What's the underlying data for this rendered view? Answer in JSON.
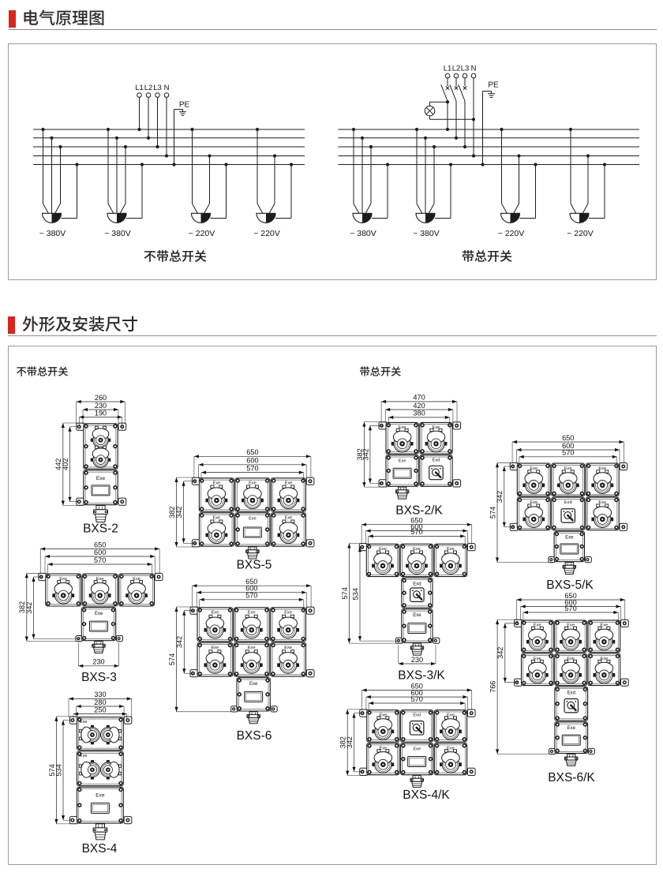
{
  "page": {
    "background": "#ffffff",
    "accent_red": "#d9251c",
    "ink": "#1c1c1c"
  },
  "sections": [
    {
      "id": "schematic",
      "title": "电气原理图"
    },
    {
      "id": "dimensions",
      "title": "外形及安装尺寸"
    }
  ],
  "circuit": {
    "terminal_labels": [
      "L1",
      "L2",
      "L3",
      "N"
    ],
    "pe_label": "PE",
    "diagrams": [
      {
        "title": "不带总开关",
        "has_main_switch": false,
        "outlets": [
          {
            "label": "~ 380V",
            "phases": 3
          },
          {
            "label": "~ 380V",
            "phases": 3
          },
          {
            "label": "~ 220V",
            "phases": 1
          },
          {
            "label": "~ 220V",
            "phases": 1
          }
        ]
      },
      {
        "title": "带总开关",
        "has_main_switch": true,
        "outlets": [
          {
            "label": "~ 380V",
            "phases": 3
          },
          {
            "label": "~ 380V",
            "phases": 3
          },
          {
            "label": "~ 220V",
            "phases": 1
          },
          {
            "label": "~ 220V",
            "phases": 1
          }
        ]
      }
    ]
  },
  "drawings": {
    "group_labels": [
      "不带总开关",
      "带总开关"
    ],
    "socket_marking": "Exe",
    "switch_marking": "Exd",
    "items": [
      {
        "model": "BXS-2",
        "group": 0,
        "top_dims": [
          "260",
          "230",
          "190"
        ],
        "side_dims": [
          "442",
          "402"
        ],
        "bottom_dim": null,
        "sockets": 2,
        "has_switch": false
      },
      {
        "model": "BXS-3",
        "group": 0,
        "top_dims": [
          "650",
          "600",
          "570"
        ],
        "side_dims": [
          "382",
          "342"
        ],
        "bottom_dim": "230",
        "sockets": 3,
        "has_switch": false
      },
      {
        "model": "BXS-4",
        "group": 0,
        "top_dims": [
          "330",
          "280",
          "250"
        ],
        "side_dims": [
          "574",
          "534"
        ],
        "bottom_dim": null,
        "sockets": 4,
        "has_switch": false
      },
      {
        "model": "BXS-5",
        "group": 0,
        "top_dims": [
          "650",
          "600",
          "570"
        ],
        "side_dims": [
          "382",
          "342"
        ],
        "bottom_dim": null,
        "sockets": 5,
        "has_switch": false
      },
      {
        "model": "BXS-6",
        "group": 0,
        "top_dims": [
          "650",
          "600",
          "570"
        ],
        "side_dims": [
          "574",
          "342"
        ],
        "bottom_dim": null,
        "sockets": 6,
        "has_switch": false
      },
      {
        "model": "BXS-2/K",
        "group": 1,
        "top_dims": [
          "470",
          "420",
          "380"
        ],
        "side_dims": [
          "382",
          "342"
        ],
        "bottom_dim": null,
        "sockets": 2,
        "has_switch": true
      },
      {
        "model": "BXS-3/K",
        "group": 1,
        "top_dims": [
          "650",
          "600",
          "570"
        ],
        "side_dims": [
          "574",
          "534"
        ],
        "bottom_dim": "230",
        "sockets": 3,
        "has_switch": true
      },
      {
        "model": "BXS-4/K",
        "group": 1,
        "top_dims": [
          "650",
          "600",
          "570"
        ],
        "side_dims": [
          "382",
          "342"
        ],
        "bottom_dim": null,
        "sockets": 4,
        "has_switch": true
      },
      {
        "model": "BXS-5/K",
        "group": 1,
        "top_dims": [
          "650",
          "600",
          "570"
        ],
        "side_dims": [
          "574",
          "342"
        ],
        "bottom_dim": null,
        "sockets": 5,
        "has_switch": true
      },
      {
        "model": "BXS-6/K",
        "group": 1,
        "top_dims": [
          "650",
          "600",
          "570"
        ],
        "side_dims": [
          "766",
          "342"
        ],
        "bottom_dim": null,
        "sockets": 6,
        "has_switch": true
      }
    ]
  }
}
